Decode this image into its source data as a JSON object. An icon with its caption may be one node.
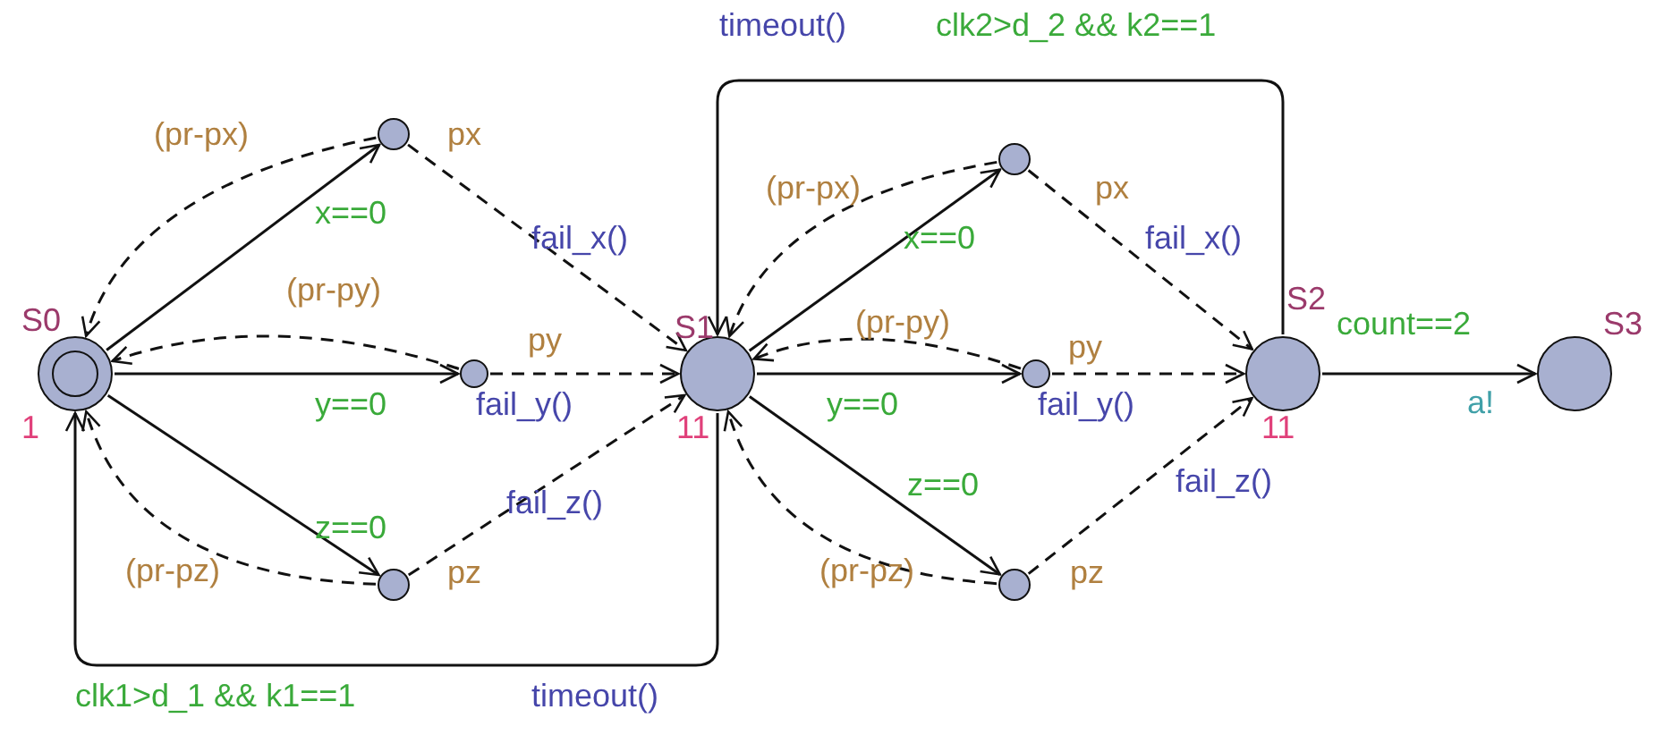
{
  "diagram": {
    "nodes": [
      {
        "text": [
          "S0"
        ],
        "beside": [
          "1"
        ]
      },
      {
        "text": [],
        "shape": "circle",
        "beside": [
          "px"
        ]
      },
      {
        "text": [],
        "shape": "circle",
        "beside": [
          "py"
        ]
      },
      {
        "text": [],
        "shape": "circle",
        "beside": [
          "pz"
        ]
      },
      {
        "text": [
          "S1"
        ],
        "beside": [
          "11"
        ]
      },
      {
        "text": [],
        "shape": "circle",
        "beside": [
          "px"
        ]
      },
      {
        "text": [],
        "shape": "circle",
        "beside": [
          "py"
        ]
      },
      {
        "text": [],
        "shape": "circle",
        "beside": [
          "pz"
        ]
      },
      {
        "text": [
          "S2"
        ],
        "beside": [
          "11"
        ]
      },
      {
        "text": [
          "S3"
        ]
      }
    ],
    "edges": [
      {
        "from": 0,
        "to": 1,
        "arrow": "to",
        "label": "x==0"
      },
      {
        "from": 1,
        "to": 0,
        "arrow": "to",
        "label": "(pr-px)",
        "style": "dashed"
      },
      {
        "from": 1,
        "to": 4,
        "arrow": "to",
        "label": "fail_x()",
        "style": "dashed"
      },
      {
        "from": 0,
        "to": 2,
        "arrow": "to",
        "label": "y==0"
      },
      {
        "from": 2,
        "to": 0,
        "arrow": "to",
        "label": "(pr-py)",
        "style": "dashed"
      },
      {
        "from": 2,
        "to": 4,
        "arrow": "to",
        "label": "fail_y()",
        "style": "dashed"
      },
      {
        "from": 0,
        "to": 3,
        "arrow": "to",
        "label": "z==0"
      },
      {
        "from": 3,
        "to": 0,
        "arrow": "to",
        "label": "(pr-pz)",
        "style": "dashed"
      },
      {
        "from": 3,
        "to": 4,
        "arrow": "to",
        "label": "fail_z()",
        "style": "dashed"
      },
      {
        "from": 4,
        "to": 5,
        "arrow": "to",
        "label": "x==0"
      },
      {
        "from": 5,
        "to": 4,
        "arrow": "to",
        "label": "(pr-px)",
        "style": "dashed"
      },
      {
        "from": 5,
        "to": 8,
        "arrow": "to",
        "label": "fail_x()",
        "style": "dashed"
      },
      {
        "from": 4,
        "to": 6,
        "arrow": "to",
        "label": "y==0"
      },
      {
        "from": 6,
        "to": 4,
        "arrow": "to",
        "label": "(pr-py)",
        "style": "dashed"
      },
      {
        "from": 6,
        "to": 8,
        "arrow": "to",
        "label": "fail_y()",
        "style": "dashed"
      },
      {
        "from": 4,
        "to": 7,
        "arrow": "to",
        "label": "z==0"
      },
      {
        "from": 7,
        "to": 4,
        "arrow": "to",
        "label": "(pr-pz)",
        "style": "dashed"
      },
      {
        "from": 7,
        "to": 8,
        "arrow": "to",
        "label": "fail_z()",
        "style": "dashed"
      },
      {
        "from": 4,
        "to": 0,
        "arrow": "to",
        "label": "clk1>d_1 && k1==1"
      },
      {
        "from": 8,
        "to": 4,
        "arrow": "to",
        "label": "clk2>d_2 && k2==1"
      },
      {
        "from": 8,
        "to": 9,
        "arrow": "to",
        "label": "count==2"
      }
    ],
    "labels": [
      "timeout()",
      "timeout()",
      "a!"
    ]
  }
}
